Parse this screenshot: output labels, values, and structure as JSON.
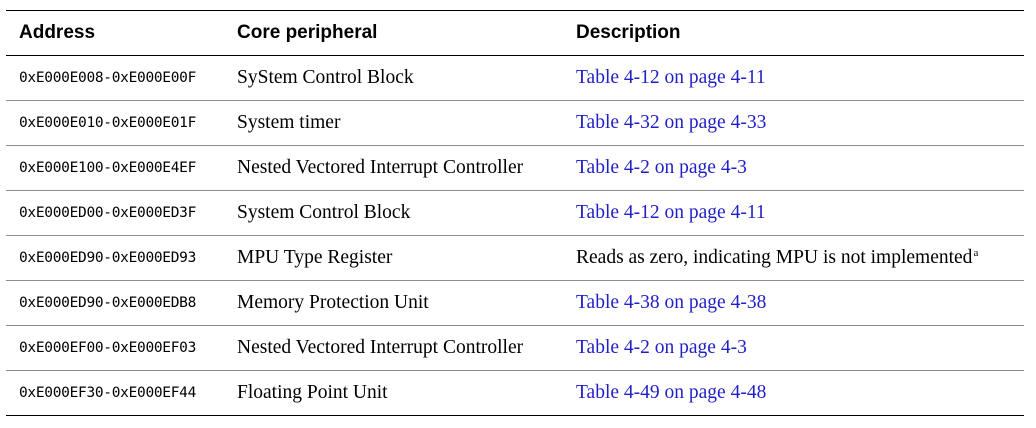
{
  "table": {
    "headers": {
      "address": "Address",
      "core_peripheral": "Core peripheral",
      "description": "Description"
    },
    "rows": [
      {
        "address": "0xE000E008-0xE000E00F",
        "peripheral": "SyStem Control Block",
        "description": "Table 4-12 on page 4-11",
        "is_link": true
      },
      {
        "address": "0xE000E010-0xE000E01F",
        "peripheral": "System timer",
        "description": "Table 4-32 on page 4-33",
        "is_link": true
      },
      {
        "address": "0xE000E100-0xE000E4EF",
        "peripheral": "Nested Vectored Interrupt Controller",
        "description": "Table 4-2 on page 4-3",
        "is_link": true
      },
      {
        "address": "0xE000ED00-0xE000ED3F",
        "peripheral": "System Control Block",
        "description": "Table 4-12 on page 4-11",
        "is_link": true
      },
      {
        "address": "0xE000ED90-0xE000ED93",
        "peripheral": "MPU Type Register",
        "description": "Reads as zero, indicating MPU is not implemented",
        "footnote": "a",
        "is_link": false
      },
      {
        "address": "0xE000ED90-0xE000EDB8",
        "peripheral": "Memory Protection Unit",
        "description": "Table 4-38 on page 4-38",
        "is_link": true
      },
      {
        "address": "0xE000EF00-0xE000EF03",
        "peripheral": "Nested Vectored Interrupt Controller",
        "description": "Table 4-2 on page 4-3",
        "is_link": true
      },
      {
        "address": "0xE000EF30-0xE000EF44",
        "peripheral": "Floating Point Unit",
        "description": "Table 4-49 on page 4-48",
        "is_link": true
      }
    ]
  },
  "colors": {
    "link": "#1f1fc8",
    "text": "#000000",
    "row_divider": "#8c8c8c"
  }
}
